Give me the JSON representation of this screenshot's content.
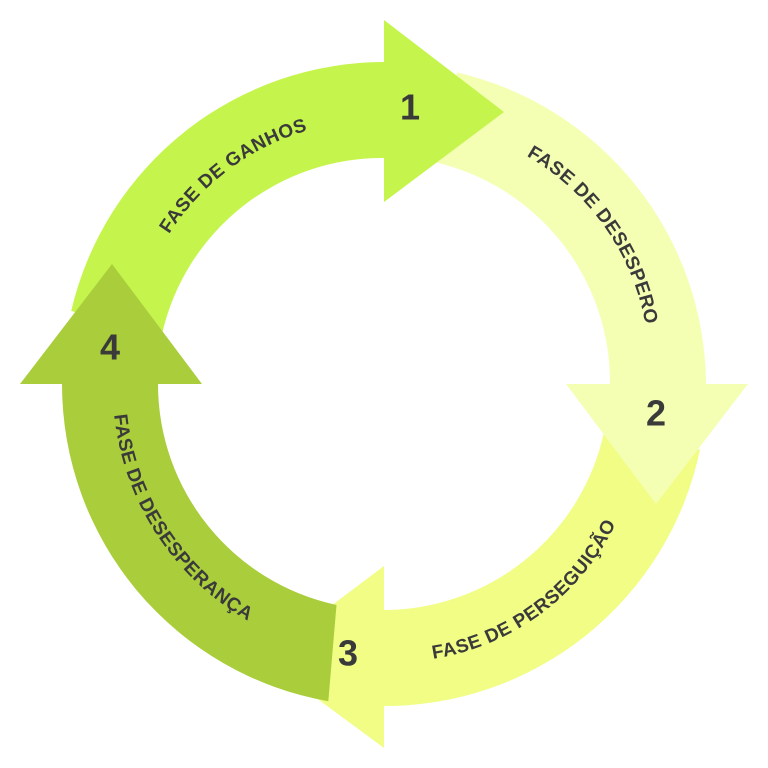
{
  "phases": [
    {
      "number": "1",
      "label": "FASE DE GANHOS",
      "color": "#c5f54c"
    },
    {
      "number": "2",
      "label": "FASE DE DESESPERO",
      "color": "#f4ffb4"
    },
    {
      "number": "3",
      "label": "FASE DE PERSEGUIÇÃO",
      "color": "#f1fd85"
    },
    {
      "number": "4",
      "label": "FASE DE DESESPERANÇA",
      "color": "#aacd3c"
    }
  ]
}
